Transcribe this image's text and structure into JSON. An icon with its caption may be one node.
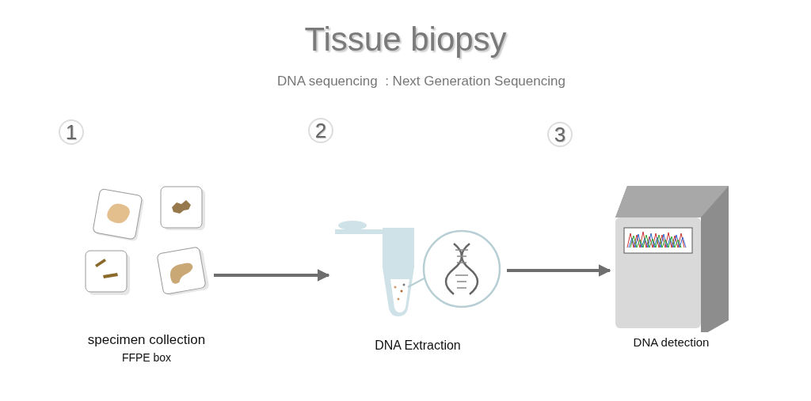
{
  "diagram": {
    "title": "Tissue biopsy",
    "nodes": [
      {
        "text": [
          "1"
        ]
      },
      {
        "text": [
          "2"
        ]
      },
      {
        "text": [
          "3"
        ]
      },
      {
        "text": [
          "specimen collection",
          "FFPE box"
        ]
      },
      {
        "text": [
          "DNA Extraction"
        ]
      },
      {
        "text": [
          "DNA detection"
        ]
      }
    ],
    "edges": [
      {
        "from": 3,
        "to": 4,
        "arrow": "to"
      },
      {
        "from": 4,
        "to": 5,
        "arrow": "to"
      }
    ],
    "labels": [
      "DNA sequencing  : Next Generation Sequencing"
    ]
  }
}
